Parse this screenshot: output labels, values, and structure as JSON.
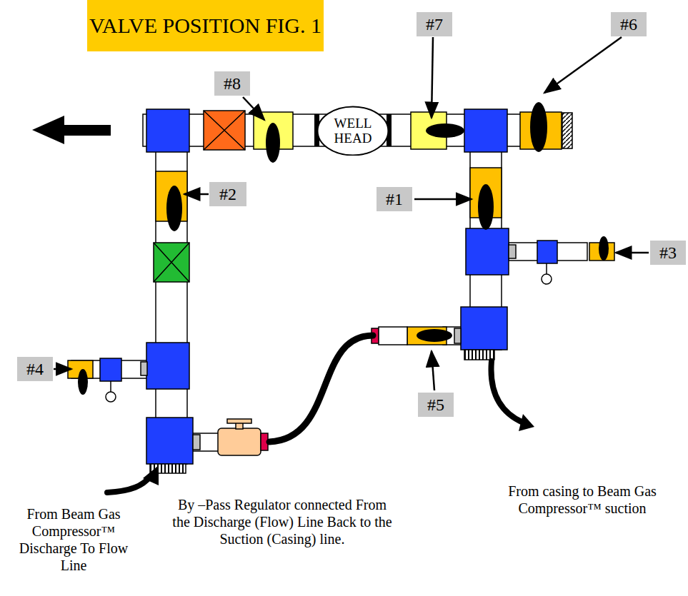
{
  "diagram": {
    "title": "VALVE POSITION FIG. 1",
    "nodes": [
      {
        "text": [
          "WELL HEAD"
        ]
      }
    ],
    "labels": [
      "#8",
      "#7",
      "#6",
      "#2",
      "#1",
      "#3",
      "#4",
      "#5",
      "By –Pass Regulator connected From the Discharge (Flow) Line Back to the Suction (Casing) line.",
      "From casing to Beam Gas Compressor™ suction",
      "From Beam Gas Compressor™ Discharge To Flow Line"
    ]
  }
}
